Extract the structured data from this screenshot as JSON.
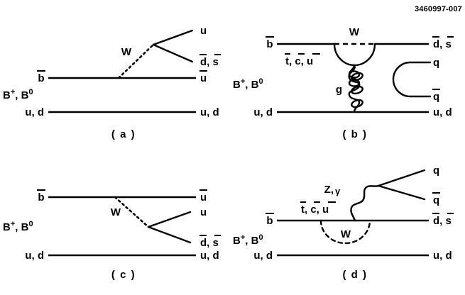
{
  "figure": {
    "reference_number": "3460997-007",
    "background_color": "#ffffff",
    "ink_color": "#000000"
  },
  "panels": [
    {
      "id": "a",
      "caption": "( a )",
      "initial_state_label": "B+, B0",
      "initial_state_base": "B",
      "initial_state_sup1": "+",
      "initial_state_sup2": "0",
      "left_labels": {
        "top": "b",
        "bottom": "u, d"
      },
      "right_labels": {
        "spectator": "u, d",
        "antiquark": "u",
        "w_up": "u",
        "w_down": "d, s"
      },
      "boson_label": "W",
      "boson_style": "dotted"
    },
    {
      "id": "b",
      "caption": "( b )",
      "initial_state_label": "B+, B0",
      "initial_state_base": "B",
      "initial_state_sup1": "+",
      "initial_state_sup2": "0",
      "left_labels": {
        "top": "b",
        "bottom": "u, d"
      },
      "right_labels": {
        "top": "d, s",
        "loop_up": "q",
        "loop_down": "q",
        "bottom": "u, d"
      },
      "boson_label": "W",
      "boson_style": "dashed",
      "loop_quarks_label": "t, c, u",
      "gluon_label": "g",
      "gluon_loops": 3
    },
    {
      "id": "c",
      "caption": "( c )",
      "initial_state_label": "B+, B0",
      "initial_state_base": "B",
      "initial_state_sup1": "+",
      "initial_state_sup2": "0",
      "left_labels": {
        "top": "b",
        "bottom": "u, d"
      },
      "right_labels": {
        "antiquark": "u",
        "w_up": "u",
        "w_down": "d, s",
        "spectator": "u, d"
      },
      "boson_label": "W",
      "boson_style": "dotted"
    },
    {
      "id": "d",
      "caption": "( d )",
      "initial_state_label": "B+, B0",
      "initial_state_base": "B",
      "initial_state_sup1": "+",
      "initial_state_sup2": "0",
      "left_labels": {
        "top": "b",
        "bottom": "u, d"
      },
      "right_labels": {
        "top": "d, s",
        "pair_up": "q",
        "pair_down": "q",
        "bottom": "u, d"
      },
      "boson_label": "W",
      "boson_style": "dashed-arc",
      "neutral_boson_label": "Z,",
      "neutral_boson_label2": "γ",
      "loop_quarks_label": "t, c, u"
    }
  ]
}
